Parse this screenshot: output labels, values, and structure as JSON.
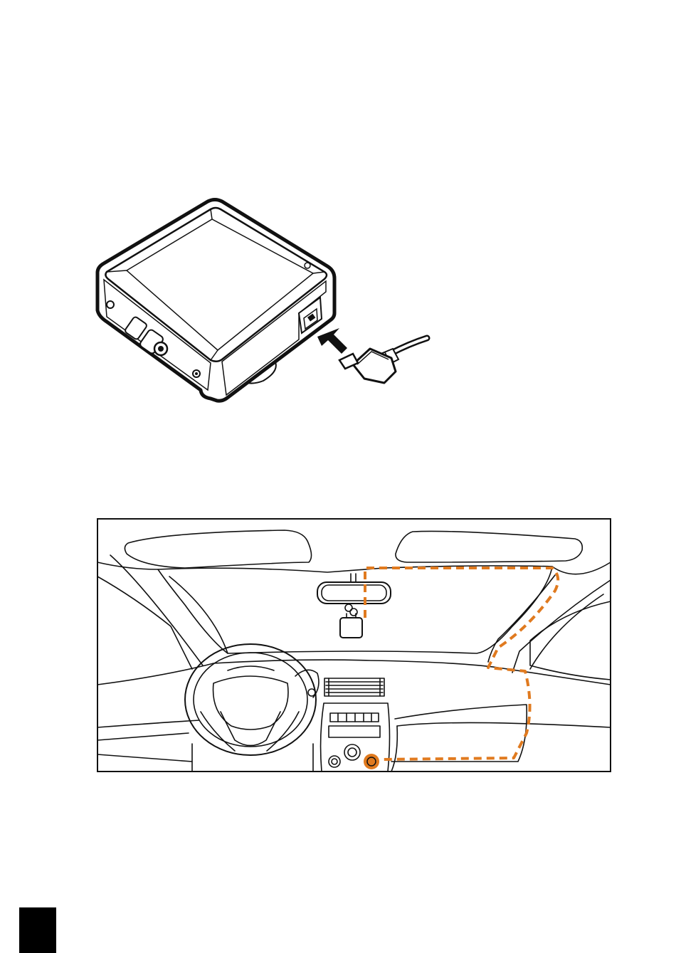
{
  "page": {
    "background": "#ffffff"
  },
  "figures": [
    {
      "id": "dashcam-power-connection",
      "elements": [
        "dash-camera",
        "insert-arrow",
        "power-cable-connector"
      ]
    },
    {
      "id": "vehicle-cable-routing",
      "elements": [
        "windshield",
        "rear-view-mirror",
        "mounted-camera",
        "steering-wheel",
        "center-console",
        "cable-route",
        "power-socket"
      ]
    }
  ],
  "colors": {
    "line": "#111111",
    "cable_route": "#e07a1f",
    "page_tab": "#000000"
  },
  "icons": {
    "insert_arrow": "arrow-up-left-icon"
  }
}
